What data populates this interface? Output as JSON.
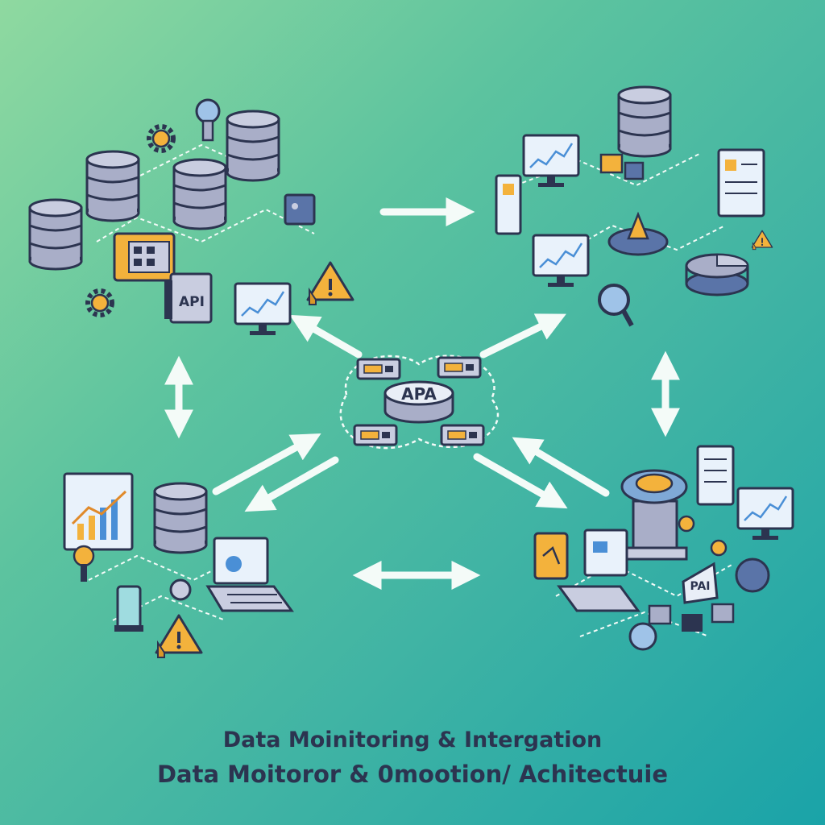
{
  "caption": {
    "line1": "Data Moinitoring & Intergation",
    "line2": "Data Moitoror & 0mootion/ Achitectuie"
  },
  "hub": {
    "label": "APA"
  },
  "labels": {
    "api_left": "API",
    "api_right": "PAI"
  },
  "colors": {
    "outline": "#2c3450",
    "cylinder_face": "#a9aec8",
    "cylinder_top": "#c9cde0",
    "accent_orange": "#f3b23c",
    "screen": "#e9f2fb",
    "arrow": "#f4fbf8"
  }
}
